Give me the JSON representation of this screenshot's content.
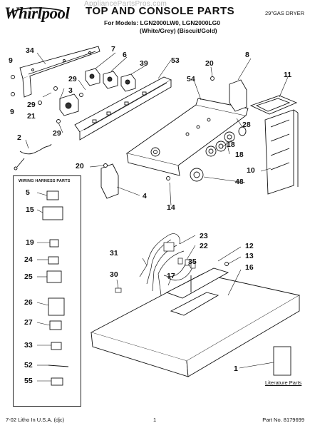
{
  "watermark": "AppliancePartsPros.com",
  "brand": "Whirlpool",
  "title": "TOP AND CONSOLE PARTS",
  "models_line": "For Models: LGN2000LW0, LGN2000LG0",
  "variants_line": "(White/Grey)   (Biscuit/Gold)",
  "product": "29\"GAS DRYER",
  "harness_box_title": "WIRING HARNESS PARTS",
  "literature_label": "Literature Parts",
  "footer_left": "7-02 Litho In U.S.A. (djc)",
  "footer_page": "1",
  "footer_right": "Part No. 8179699",
  "callouts": [
    "34",
    "7",
    "6",
    "39",
    "8",
    "9",
    "53",
    "20",
    "29",
    "3",
    "54",
    "11",
    "9",
    "29",
    "21",
    "28",
    "29",
    "18",
    "2",
    "18",
    "20",
    "10",
    "4",
    "48",
    "14",
    "23",
    "31",
    "22",
    "12",
    "35",
    "13",
    "17",
    "30",
    "16",
    "1"
  ],
  "harness_parts": [
    "5",
    "15",
    "19",
    "24",
    "25",
    "26",
    "27",
    "33",
    "52",
    "55"
  ]
}
